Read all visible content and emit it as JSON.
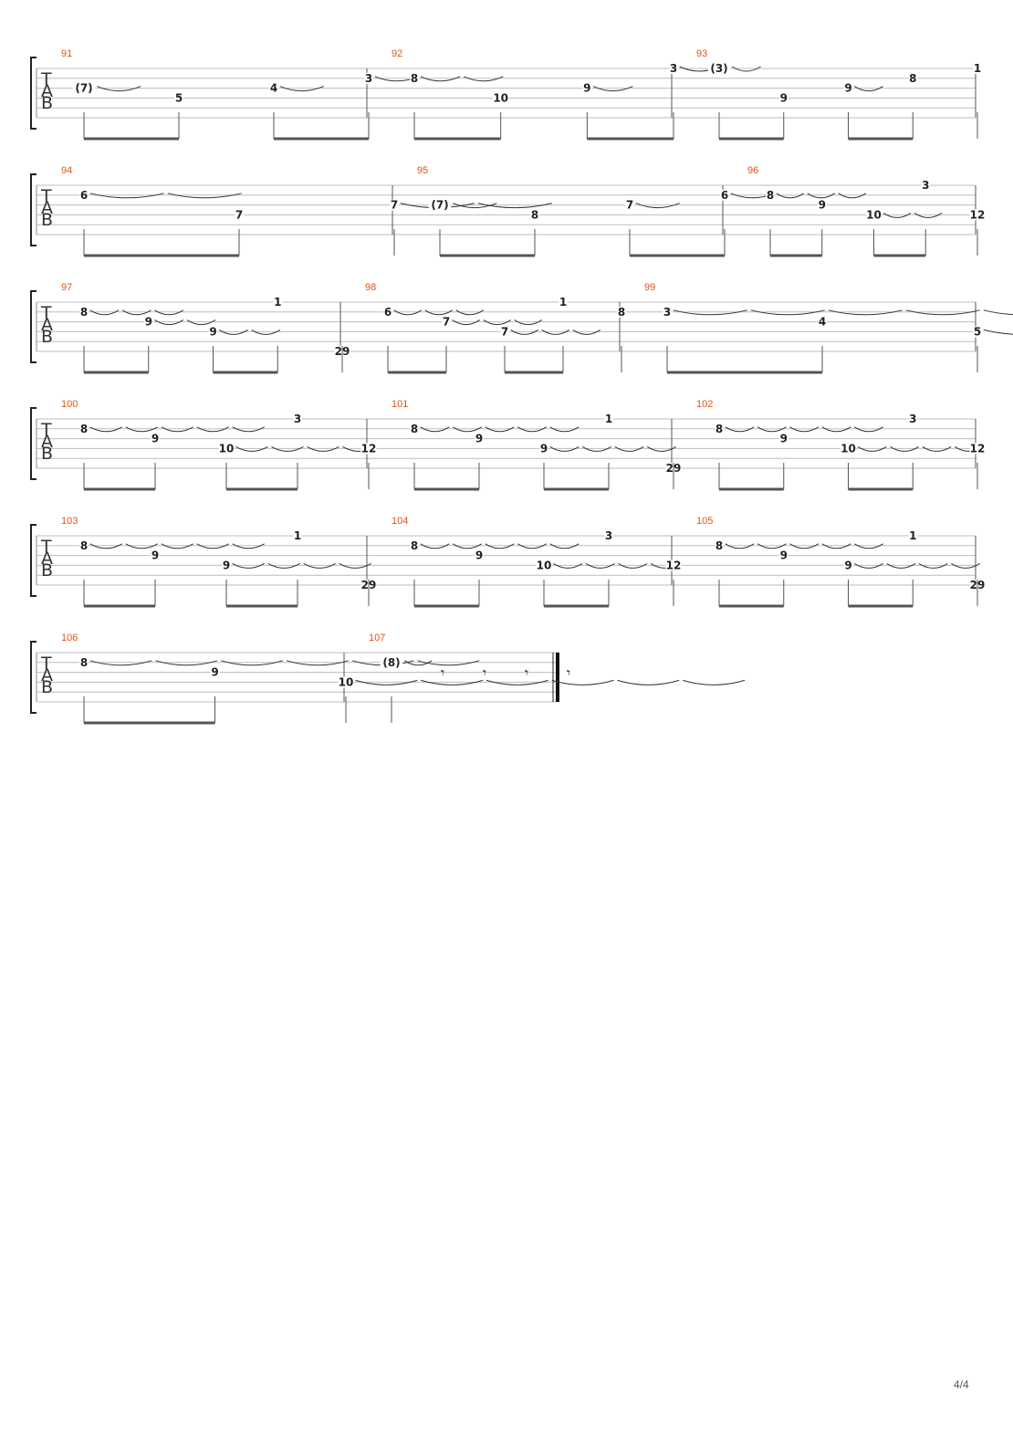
{
  "page_number": "4/4",
  "tab_label": [
    "T",
    "A",
    "B"
  ],
  "rest_glyph": "𝄾",
  "systems": [
    {
      "measures": [
        {
          "number": "91",
          "notes": [
            {
              "s": 2,
              "f": "(7)",
              "tie": 1
            },
            {
              "s": 3,
              "f": "5"
            },
            {
              "s": 2,
              "f": "4",
              "tie": 1
            },
            {
              "s": 1,
              "f": "3",
              "tie": 0
            }
          ]
        },
        {
          "number": "92",
          "notes": [
            {
              "s": 1,
              "f": "8",
              "tie": 2
            },
            {
              "s": 3,
              "f": "10"
            },
            {
              "s": 2,
              "f": "9",
              "tie": 0
            },
            {
              "s": 0,
              "f": "3",
              "tie": 0
            }
          ]
        },
        {
          "number": "93",
          "notes": [
            {
              "s": 0,
              "f": "(3)",
              "tie": 0
            },
            {
              "s": 3,
              "f": "9"
            },
            {
              "s": 2,
              "f": "9",
              "tie": 1
            },
            {
              "s": 1,
              "f": "8"
            },
            {
              "s": 0,
              "f": "1"
            }
          ]
        }
      ]
    },
    {
      "measures": [
        {
          "number": "94",
          "notes": [
            {
              "s": 1,
              "f": "6",
              "tie": 2
            },
            {
              "s": 3,
              "f": "7"
            },
            {
              "s": 2,
              "f": "7",
              "tie": 2
            }
          ]
        },
        {
          "number": "95",
          "notes": [
            {
              "s": 2,
              "f": "(7)",
              "tie": 0
            },
            {
              "s": 3,
              "f": "8"
            },
            {
              "s": 2,
              "f": "7",
              "tie": 1
            },
            {
              "s": 1,
              "f": "6",
              "tie": 0
            }
          ]
        },
        {
          "number": "96",
          "notes": [
            {
              "s": 1,
              "f": "8",
              "tie": 3
            },
            {
              "s": 2,
              "f": "9"
            },
            {
              "s": 3,
              "f": "10",
              "tie": 2
            },
            {
              "s": 0,
              "f": "3"
            },
            {
              "s": 3,
              "f": "12"
            }
          ]
        }
      ]
    },
    {
      "measures": [
        {
          "number": "97",
          "notes": [
            {
              "s": 1,
              "f": "8",
              "tie": 3
            },
            {
              "s": 2,
              "f": "9",
              "tie": 2
            },
            {
              "s": 3,
              "f": "9",
              "tie": 2
            },
            {
              "s": 0,
              "f": "1"
            },
            {
              "s": 5,
              "f": "29"
            }
          ]
        },
        {
          "number": "98",
          "notes": [
            {
              "s": 1,
              "f": "6",
              "tie": 3
            },
            {
              "s": 2,
              "f": "7",
              "tie": 3
            },
            {
              "s": 3,
              "f": "7",
              "tie": 3
            },
            {
              "s": 0,
              "f": "1"
            },
            {
              "s": 1,
              "f": "8"
            }
          ]
        },
        {
          "number": "99",
          "notes": [
            {
              "s": 1,
              "f": "3",
              "tie": 5
            },
            {
              "s": 2,
              "f": "4"
            },
            {
              "s": 3,
              "f": "5",
              "tie": 5
            }
          ]
        }
      ]
    },
    {
      "measures": [
        {
          "number": "100",
          "notes": [
            {
              "s": 1,
              "f": "8",
              "tie": 5
            },
            {
              "s": 2,
              "f": "9"
            },
            {
              "s": 3,
              "f": "10",
              "tie": 4
            },
            {
              "s": 0,
              "f": "3"
            },
            {
              "s": 3,
              "f": "12"
            }
          ]
        },
        {
          "number": "101",
          "notes": [
            {
              "s": 1,
              "f": "8",
              "tie": 5
            },
            {
              "s": 2,
              "f": "9"
            },
            {
              "s": 3,
              "f": "9",
              "tie": 4
            },
            {
              "s": 0,
              "f": "1"
            },
            {
              "s": 5,
              "f": "29"
            }
          ]
        },
        {
          "number": "102",
          "notes": [
            {
              "s": 1,
              "f": "8",
              "tie": 5
            },
            {
              "s": 2,
              "f": "9"
            },
            {
              "s": 3,
              "f": "10",
              "tie": 4
            },
            {
              "s": 0,
              "f": "3"
            },
            {
              "s": 3,
              "f": "12"
            }
          ]
        }
      ]
    },
    {
      "measures": [
        {
          "number": "103",
          "notes": [
            {
              "s": 1,
              "f": "8",
              "tie": 5
            },
            {
              "s": 2,
              "f": "9"
            },
            {
              "s": 3,
              "f": "9",
              "tie": 4
            },
            {
              "s": 0,
              "f": "1"
            },
            {
              "s": 5,
              "f": "29"
            }
          ]
        },
        {
          "number": "104",
          "notes": [
            {
              "s": 1,
              "f": "8",
              "tie": 5
            },
            {
              "s": 2,
              "f": "9"
            },
            {
              "s": 3,
              "f": "10",
              "tie": 4
            },
            {
              "s": 0,
              "f": "3"
            },
            {
              "s": 3,
              "f": "12"
            }
          ]
        },
        {
          "number": "105",
          "notes": [
            {
              "s": 1,
              "f": "8",
              "tie": 5
            },
            {
              "s": 2,
              "f": "9"
            },
            {
              "s": 3,
              "f": "9",
              "tie": 4
            },
            {
              "s": 0,
              "f": "1"
            },
            {
              "s": 5,
              "f": "29"
            }
          ]
        }
      ]
    },
    {
      "measures": [
        {
          "number": "106",
          "notes": [
            {
              "s": 1,
              "f": "8",
              "tie": 6
            },
            {
              "s": 2,
              "f": "9"
            },
            {
              "s": 3,
              "f": "10",
              "tie": 6
            }
          ]
        },
        {
          "number": "107",
          "notes": [
            {
              "s": 1,
              "f": "(8)",
              "tie": 0
            }
          ],
          "rests": 4
        }
      ]
    }
  ]
}
